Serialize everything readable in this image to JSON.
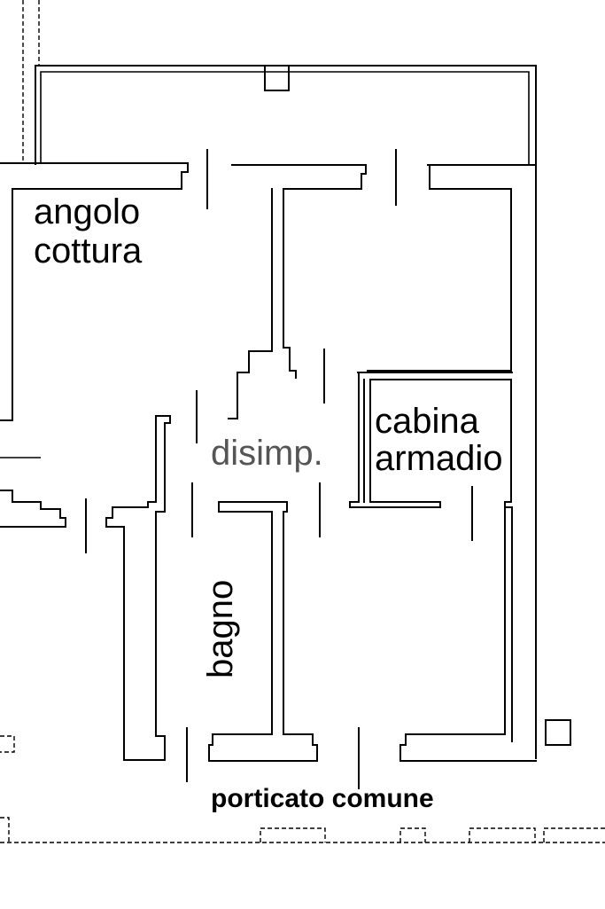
{
  "labels": {
    "angolo": "angolo",
    "cottura": "cottura",
    "disimp": "disimp.",
    "cabina": "cabina",
    "armadio": "armadio",
    "bagno": "bagno",
    "porticato": "porticato comune"
  },
  "colors": {
    "line": "#000000",
    "background": "#ffffff",
    "disimp_text": "#555555"
  }
}
